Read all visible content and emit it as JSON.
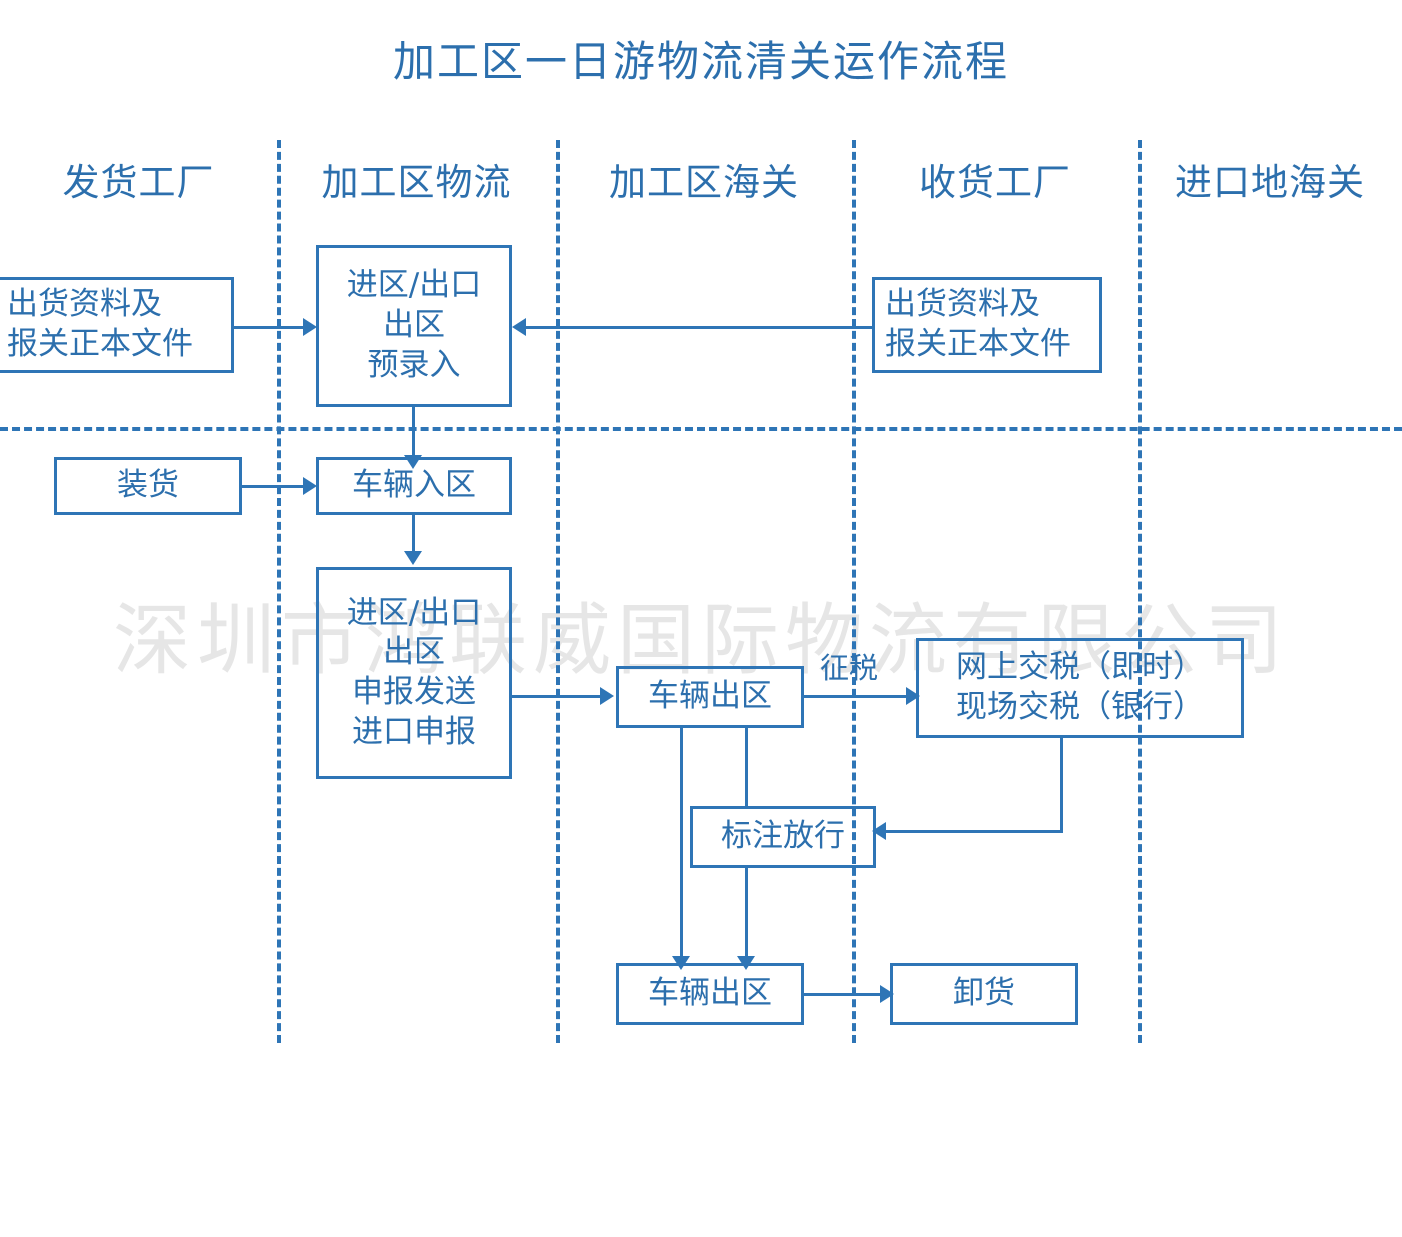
{
  "title": "加工区一日游物流清关运作流程",
  "watermark": "深圳市鸿联威国际物流有限公司",
  "colors": {
    "line": "#2e75b6",
    "text": "#2c6fad",
    "watermark": "#e6e6e6",
    "background": "#ffffff"
  },
  "lanes": [
    {
      "id": "shipping-factory",
      "label": "发货工厂"
    },
    {
      "id": "zone-logistics",
      "label": "加工区物流"
    },
    {
      "id": "zone-customs",
      "label": "加工区海关"
    },
    {
      "id": "receiving-factory",
      "label": "收货工厂"
    },
    {
      "id": "import-customs",
      "label": "进口地海关"
    }
  ],
  "nodes": [
    {
      "id": "shipping-docs-left",
      "lane": "shipping-factory",
      "lines": [
        "出货资料及",
        "报关正本文件"
      ]
    },
    {
      "id": "pre-entry",
      "lane": "zone-logistics",
      "lines": [
        "进区/出口",
        "出区",
        "预录入"
      ]
    },
    {
      "id": "shipping-docs-right",
      "lane": "receiving-factory",
      "lines": [
        "出货资料及",
        "报关正本文件"
      ]
    },
    {
      "id": "loading",
      "lane": "shipping-factory",
      "lines": [
        "装货"
      ]
    },
    {
      "id": "vehicle-enter-zone",
      "lane": "zone-logistics",
      "lines": [
        "车辆入区"
      ]
    },
    {
      "id": "declaration-send",
      "lane": "zone-logistics",
      "lines": [
        "进区/出口",
        "出区",
        "申报发送",
        "进口申报"
      ]
    },
    {
      "id": "vehicle-exit-zone-1",
      "lane": "zone-customs",
      "lines": [
        "车辆出区"
      ]
    },
    {
      "id": "tax-payment",
      "lane": "receiving-factory",
      "lines": [
        "网上交税（即时）",
        "现场交税（银行）"
      ]
    },
    {
      "id": "mark-release",
      "lane": "zone-customs",
      "lines": [
        "标注放行"
      ]
    },
    {
      "id": "vehicle-exit-zone-2",
      "lane": "zone-customs",
      "lines": [
        "车辆出区"
      ]
    },
    {
      "id": "unloading",
      "lane": "receiving-factory",
      "lines": [
        "卸货"
      ]
    }
  ],
  "edge_labels": [
    {
      "id": "tax-levy",
      "label": "征税"
    }
  ]
}
